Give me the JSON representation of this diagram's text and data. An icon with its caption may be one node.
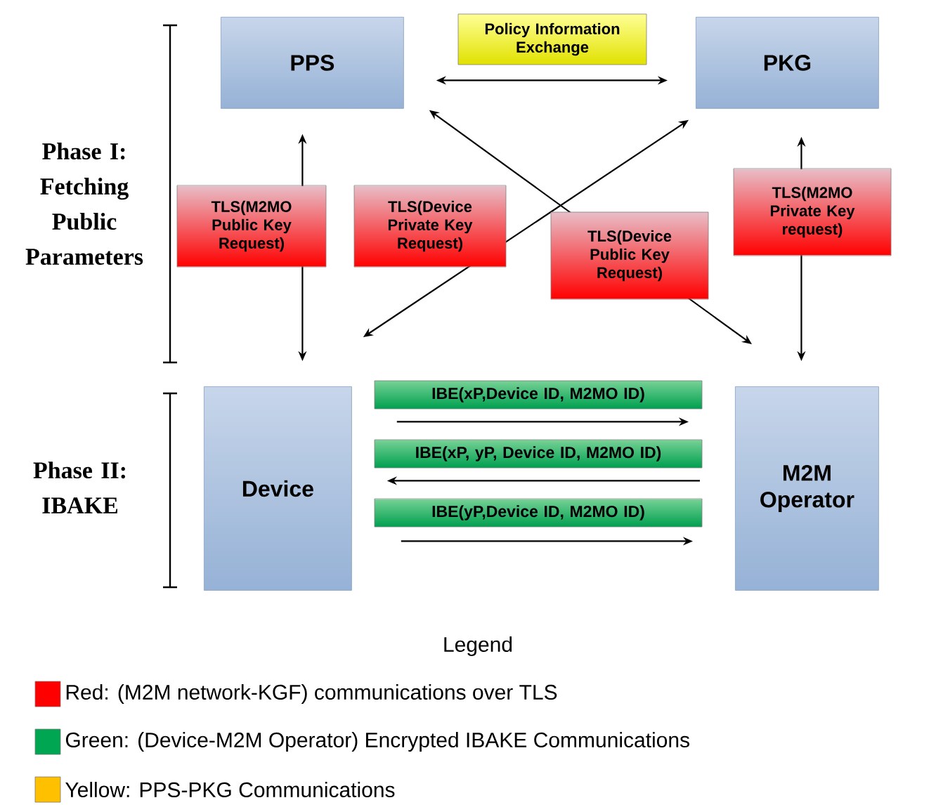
{
  "diagram": {
    "nodes": [
      {
        "text": [
          "PPS"
        ]
      },
      {
        "text": [
          "PKG"
        ]
      },
      {
        "text": [
          "Device"
        ]
      },
      {
        "text": [
          "M2M Operator"
        ]
      }
    ],
    "edges": [
      {
        "from": 0,
        "to": 1,
        "arrow": "both",
        "label": "Policy Information Exchange"
      },
      {
        "from": 0,
        "to": 2,
        "arrow": "both",
        "label": "TLS(M2MO Public Key Request)"
      },
      {
        "from": 2,
        "to": 1,
        "arrow": "both",
        "label": "TLS(Device Private Key Request)"
      },
      {
        "from": 0,
        "to": 3,
        "arrow": "both",
        "label": "TLS(Device Public Key Request)"
      },
      {
        "from": 1,
        "to": 3,
        "arrow": "both",
        "label": "TLS(M2MO Private Key request)"
      },
      {
        "from": 2,
        "to": 3,
        "arrow": "to",
        "label": "IBE(xP,Device ID, M2MO ID)"
      },
      {
        "from": 3,
        "to": 2,
        "arrow": "to",
        "label": "IBE(xP, yP, Device ID, M2MO ID)"
      },
      {
        "from": 2,
        "to": 3,
        "arrow": "to",
        "label": "IBE(yP,Device ID, M2MO ID)"
      }
    ],
    "labels": [
      "Phase I: Fetching Public Parameters",
      "Phase II: IBAKE",
      "Legend"
    ],
    "legend": [
      {
        "text": "Red: (M2M network-KGF) communications over TLS",
        "color": "#ff0000"
      },
      {
        "text": "Green: (Device-M2M Operator) Encrypted IBAKE Communications",
        "color": "#00a651"
      },
      {
        "text": "Yellow: PPS-PKG Communications",
        "color": "#ffc000"
      }
    ]
  }
}
